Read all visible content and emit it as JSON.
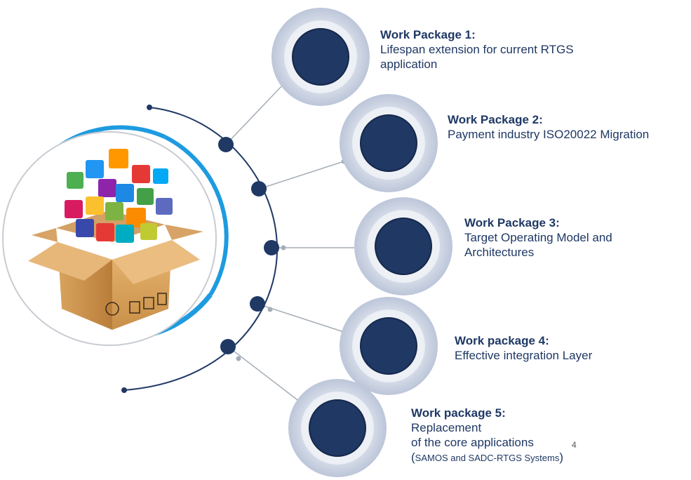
{
  "colors": {
    "navy": "#1f3864",
    "ring_light": "#cfd6e4",
    "ring_mid": "#b7c1d6",
    "connector": "#9aa3ad",
    "accent_blue": "#1e9be0"
  },
  "hero_image": {
    "icon": "open-cardboard-box-with-app-cubes-illustration"
  },
  "packages": [
    {
      "title": "Work Package 1:",
      "desc_lines": [
        "Lifespan extension for current RTGS",
        "application"
      ]
    },
    {
      "title": "Work Package 2:",
      "desc_lines": [
        "Payment industry ISO20022 Migration"
      ]
    },
    {
      "title": "Work Package 3:",
      "desc_lines": [
        "Target Operating Model and",
        "Architectures"
      ]
    },
    {
      "title": "Work package 4:",
      "desc_lines": [
        "Effective integration Layer"
      ]
    },
    {
      "title": "Work package 5:",
      "desc_lines": [
        "Replacement",
        "of the core applications"
      ],
      "note": "SAMOS and SADC-RTGS Systems"
    }
  ],
  "page_number": "4"
}
